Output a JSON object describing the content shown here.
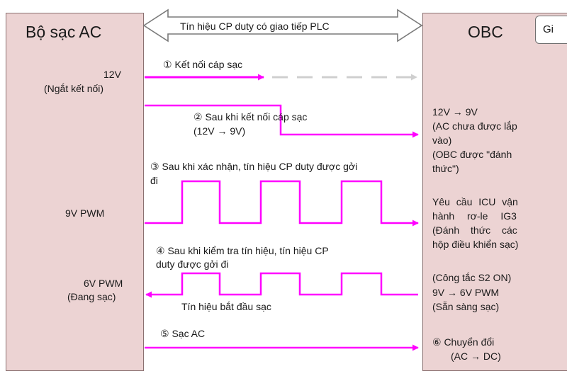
{
  "left_box": {
    "title": "Bộ sạc AC",
    "label_12v": "12V",
    "label_disconnect": "(Ngắt kết nối)",
    "label_9v_pwm": "9V PWM",
    "label_6v_pwm": "6V PWM",
    "label_charging": "(Đang sạc)"
  },
  "right_box": {
    "title": "OBC",
    "tab_text": "Gi",
    "r1": "12V → 9V",
    "r2": "(AC chưa được lắp",
    "r3": "vào)",
    "r4": "(OBC được \"đánh",
    "r5": "thức\")",
    "r6": "Yêu cầu ICU vận",
    "r7": "hành rơ-le IG3",
    "r8": "(Đánh thức các",
    "r9": "hộp điều khiển sạc)",
    "r10": "(Công tắc S2 ON)",
    "r11": "9V → 6V PWM",
    "r12": "(Sẵn sàng sạc)",
    "r13": "⑥ Chuyển đổi",
    "r14": "(AC → DC)"
  },
  "top_arrow": {
    "label": "Tín hiệu CP duty có giao  tiếp PLC"
  },
  "steps": {
    "s1": "① Kết nối cáp sạc",
    "s2a": "② Sau khi kết nối cáp sạc",
    "s2b": "(12V → 9V)",
    "s3a": "③ Sau khi xác nhận, tín hiệu CP duty được gởi",
    "s3b": "đi",
    "s4a": "④ Sau khi kiểm tra tín hiệu, tín hiệu CP",
    "s4b": "duty được gởi đi",
    "s4c": "Tín hiệu bắt đầu sạc",
    "s5": "⑤ Sạc AC"
  },
  "colors": {
    "signal": "#ff00ff",
    "dashed": "#cfcfcf",
    "box_fill": "#ecd3d3",
    "box_border": "#8a7070"
  }
}
